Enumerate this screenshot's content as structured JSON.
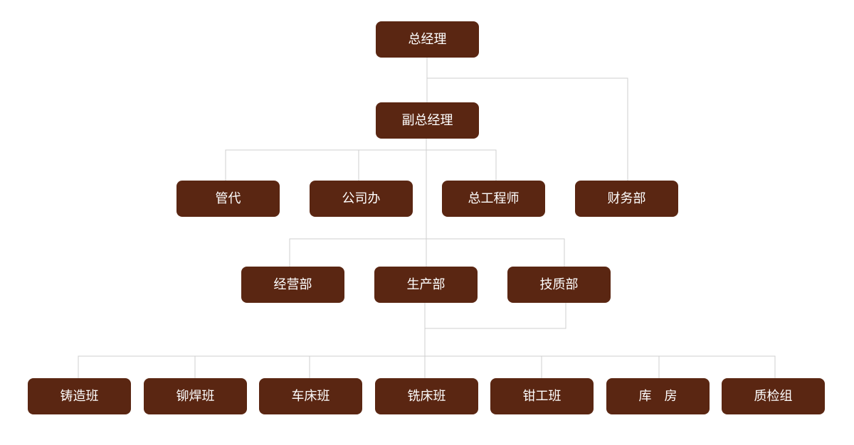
{
  "org_chart": {
    "colors": {
      "node_fill": "#5a2612",
      "node_text": "#ffffff",
      "connector": "#cfcfcf"
    },
    "nodes": {
      "gm": "总经理",
      "deputy_gm": "副总经理",
      "guandai": "管代",
      "company_office": "公司办",
      "chief_engineer": "总工程师",
      "finance": "财务部",
      "operations": "经营部",
      "production": "生产部",
      "quality_tech": "技质部",
      "casting": "铸造班",
      "riveting_welding": "铆焊班",
      "lathe": "车床班",
      "milling": "铣床班",
      "fitter": "钳工班",
      "warehouse": "库　房",
      "inspection": "质检组"
    }
  }
}
